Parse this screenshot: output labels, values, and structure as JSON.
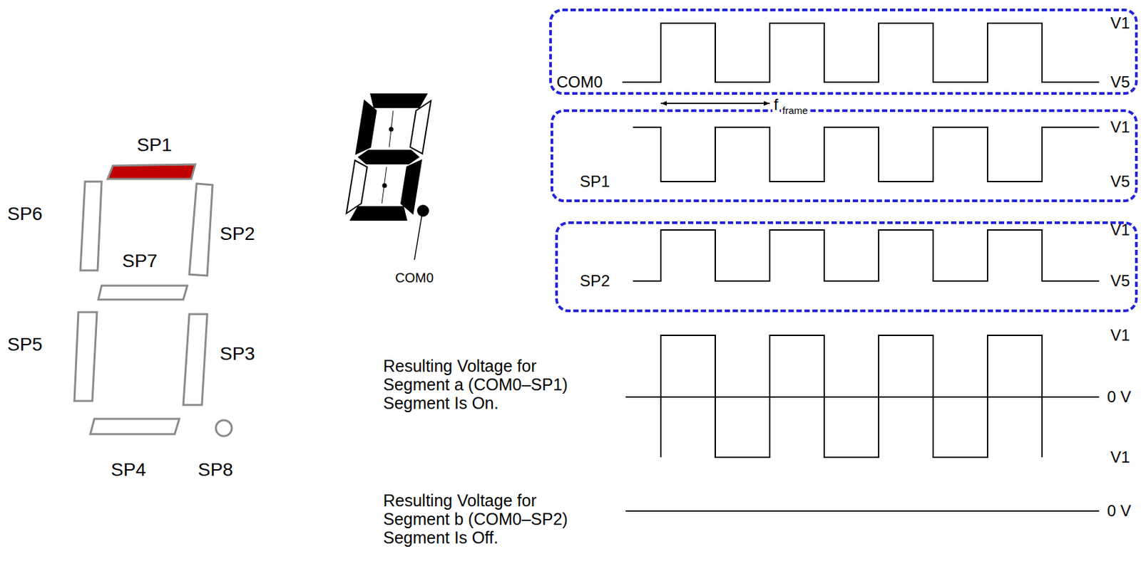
{
  "diagram": {
    "nodes": [
      {
        "text": [
          "COM0",
          "V1",
          "V5"
        ]
      },
      {
        "text": [
          "SP1",
          "V1",
          "V5"
        ]
      },
      {
        "text": [
          "SP2",
          "V1",
          "V5"
        ]
      }
    ],
    "labels": [
      "SP1",
      "SP6",
      "SP2",
      "SP7",
      "SP5",
      "SP3",
      "SP4",
      "SP8",
      "COM0",
      "f",
      "frame",
      "Resulting Voltage for Segment a (COM0–SP1) Segment Is On.",
      "V1",
      "0 V",
      "V1",
      "Resulting Voltage for Segment b (COM0–SP2) Segment Is Off.",
      "0 V"
    ]
  }
}
